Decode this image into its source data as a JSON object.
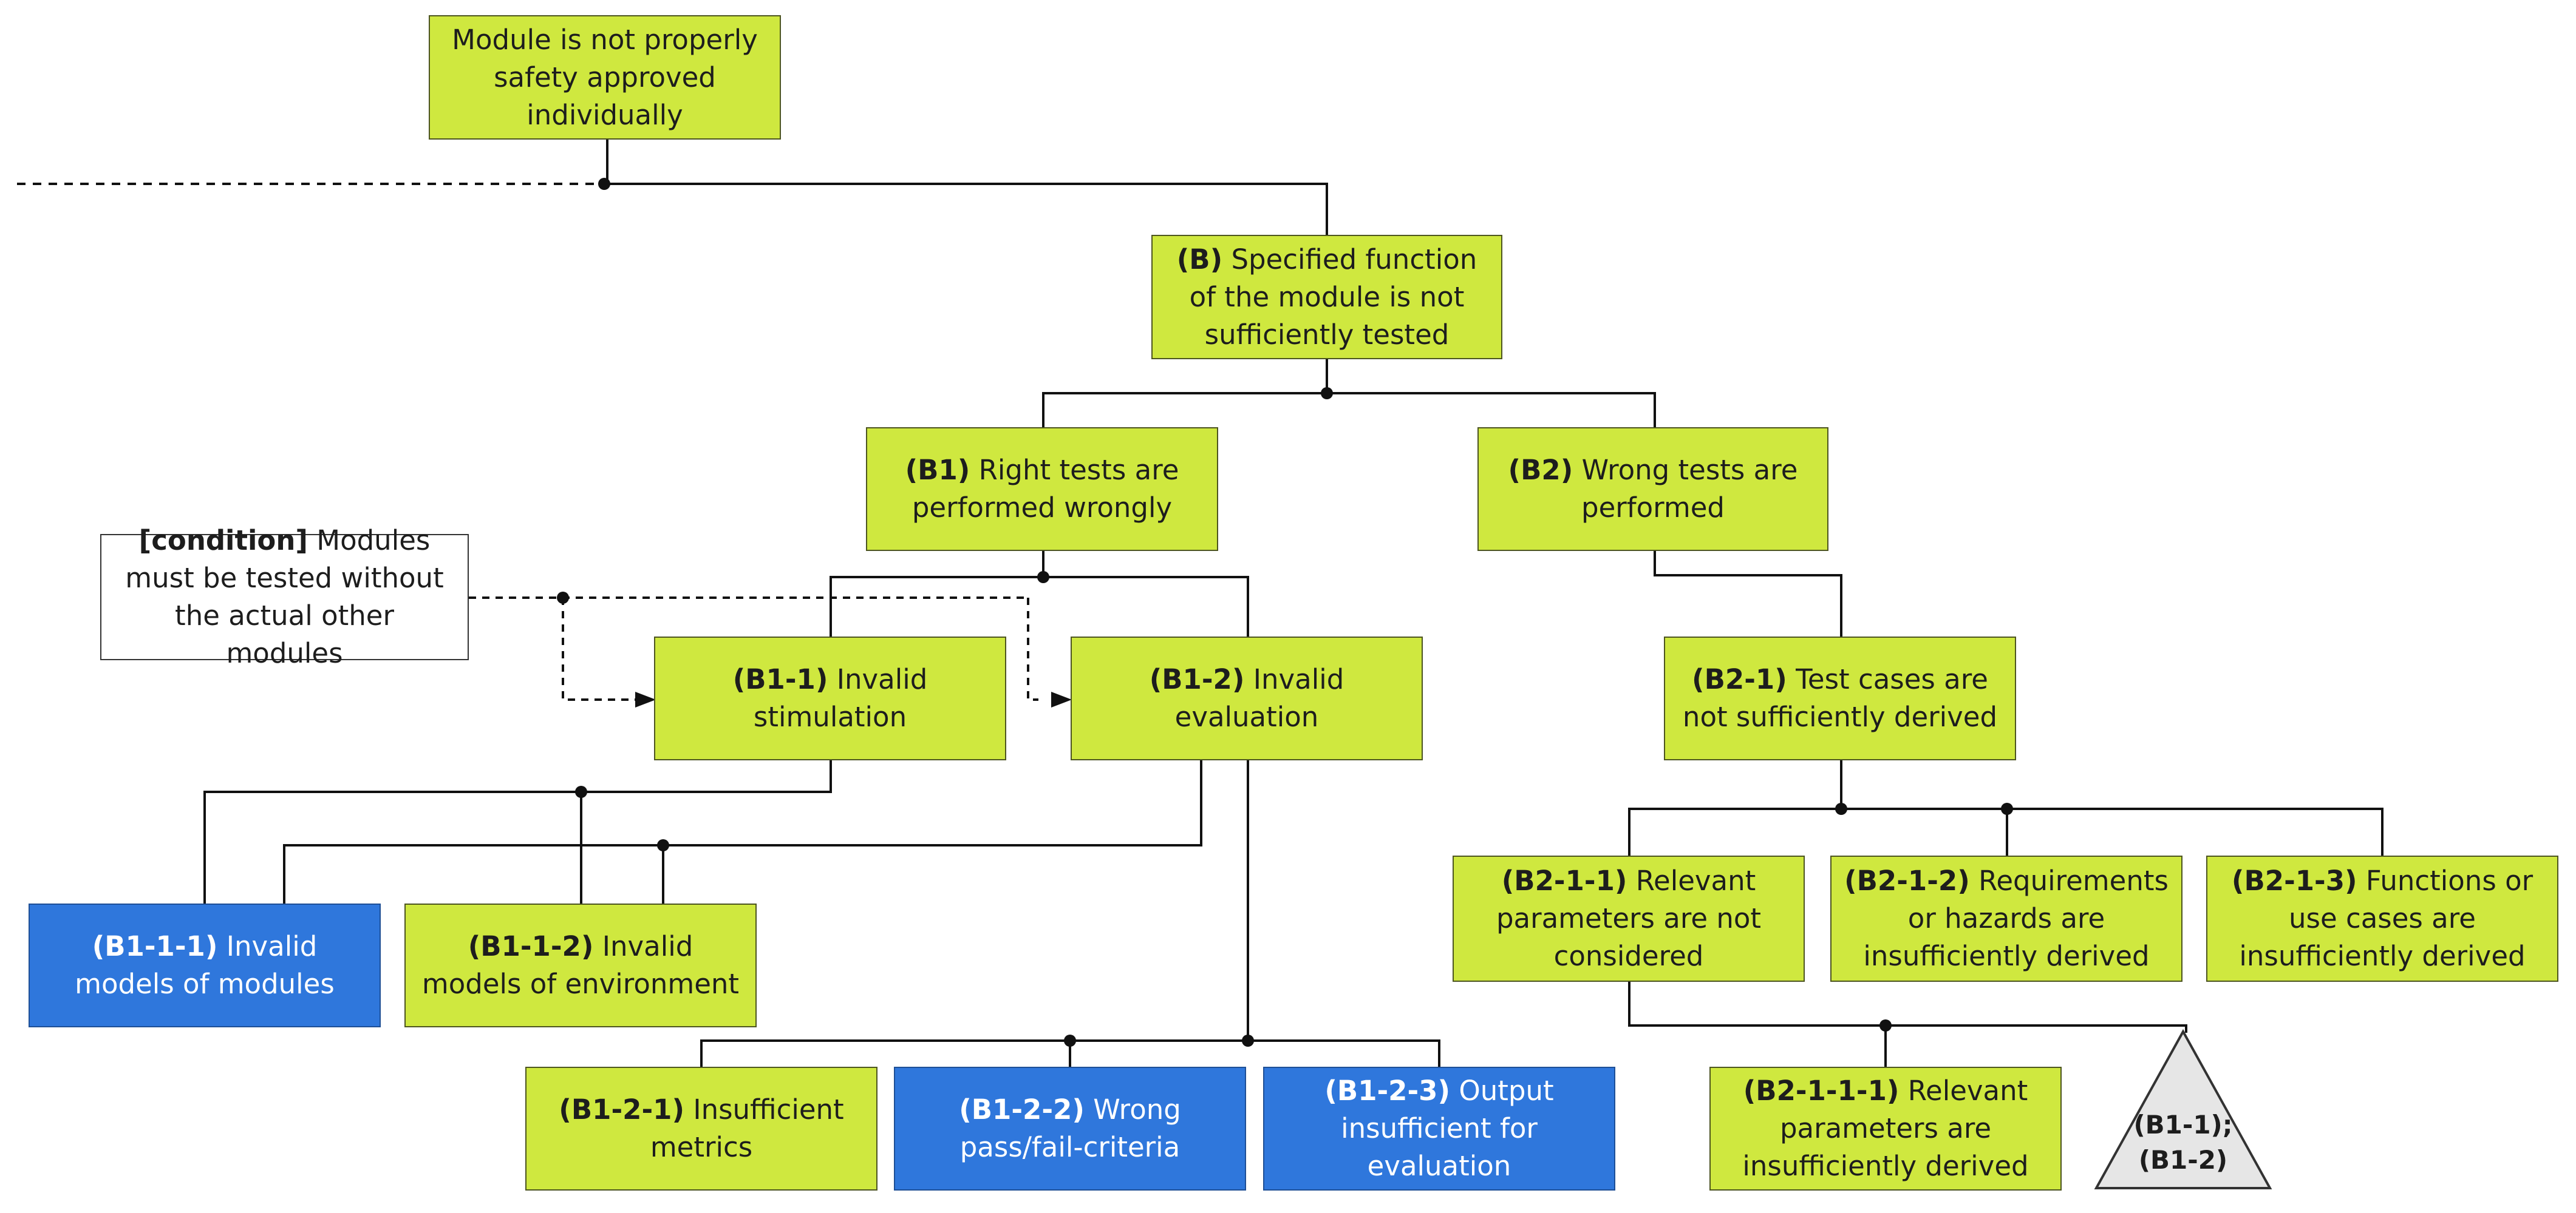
{
  "colors": {
    "green_node": "#cfe83f",
    "blue_node": "#2f77dc",
    "condition_node": "#ffffff",
    "triangle_fill": "#e6e6e6",
    "line": "#111111"
  },
  "nodes": {
    "root": {
      "id": "",
      "text": "Module is not properly safety approved individually"
    },
    "b": {
      "id": "(B)",
      "text": " Specified function of the module is not sufficiently tested"
    },
    "b1": {
      "id": "(B1)",
      "text": " Right tests are performed wrongly"
    },
    "b2": {
      "id": "(B2)",
      "text": " Wrong tests are performed"
    },
    "cond": {
      "id": "[condition]",
      "text": " Modules must be tested without the actual other modules"
    },
    "b11": {
      "id": "(B1-1)",
      "text": " Invalid stimulation"
    },
    "b12": {
      "id": "(B1-2)",
      "text": " Invalid evaluation"
    },
    "b21": {
      "id": "(B2-1)",
      "text": " Test cases are not sufficiently derived"
    },
    "b111": {
      "id": "(B1-1-1)",
      "text": " Invalid models of modules"
    },
    "b112": {
      "id": "(B1-1-2)",
      "text": " Invalid models of environment"
    },
    "b211": {
      "id": "(B2-1-1)",
      "text": " Relevant parameters are not considered"
    },
    "b212": {
      "id": "(B2-1-2)",
      "text": " Requirements or hazards are insufficiently derived"
    },
    "b213": {
      "id": "(B2-1-3)",
      "text": " Functions or use cases are insufficiently derived"
    },
    "b121": {
      "id": "(B1-2-1)",
      "text": " Insufficient metrics"
    },
    "b122": {
      "id": "(B1-2-2)",
      "text": " Wrong pass/fail-criteria"
    },
    "b123": {
      "id": "(B1-2-3)",
      "text": " Output insufficient for evaluation"
    },
    "b2111": {
      "id": "(B2-1-1-1)",
      "text": " Relevant parameters are insufficiently derived"
    }
  },
  "transfer": {
    "line1": "(B1-1);",
    "line2": "(B1-2)"
  }
}
